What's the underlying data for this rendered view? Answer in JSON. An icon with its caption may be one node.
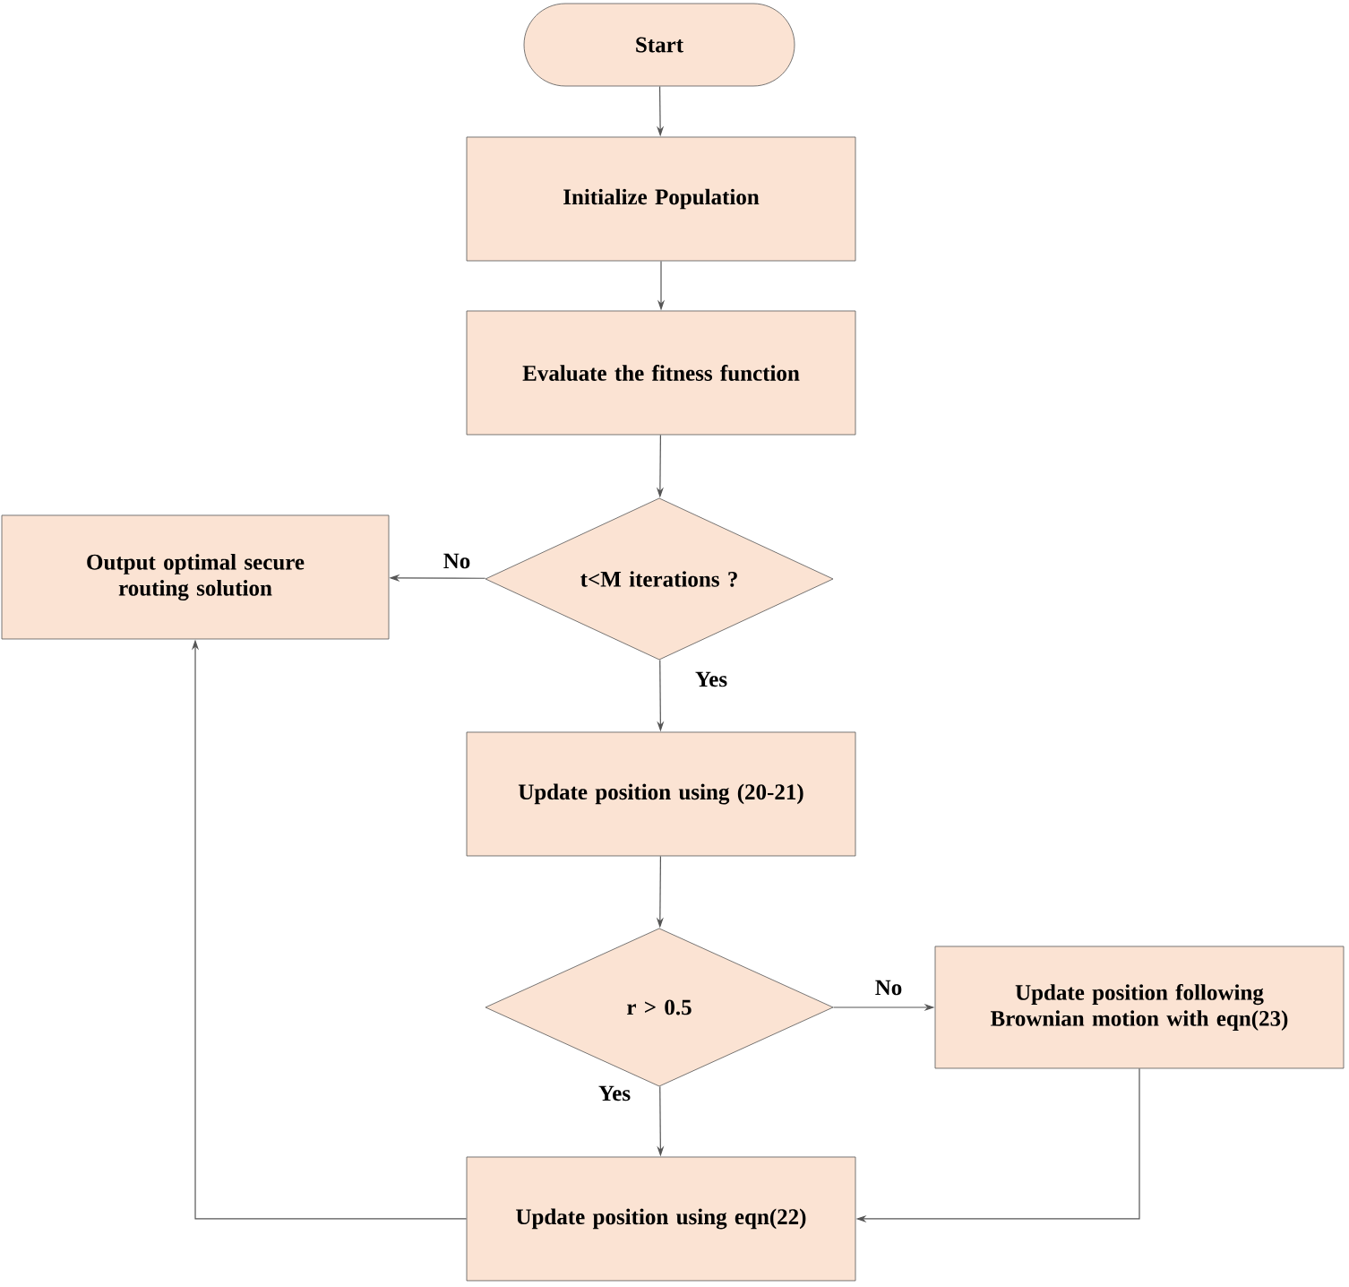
{
  "diagram": {
    "nodes": [
      {
        "text": [
          "Start"
        ]
      },
      {
        "text": [
          "Initialize Population"
        ]
      },
      {
        "text": [
          "Evaluate the fitness function"
        ]
      },
      {
        "text": [
          "t<M iterations ?"
        ]
      },
      {
        "text": [
          "Output optimal secure routing solution"
        ]
      },
      {
        "text": [
          "Update position using (20-21)"
        ]
      },
      {
        "text": [
          "r > 0.5"
        ]
      },
      {
        "text": [
          "Update position following Brownian motion with eqn(23)"
        ]
      },
      {
        "text": [
          "Update position using eqn(22)"
        ]
      }
    ],
    "edges": [
      {
        "from": 0,
        "to": 1,
        "arrow": "to"
      },
      {
        "from": 1,
        "to": 2,
        "arrow": "to"
      },
      {
        "from": 2,
        "to": 3,
        "arrow": "to"
      },
      {
        "from": 3,
        "to": 4,
        "arrow": "to",
        "label": "No"
      },
      {
        "from": 3,
        "to": 5,
        "arrow": "to",
        "label": "Yes"
      },
      {
        "from": 5,
        "to": 6,
        "arrow": "to"
      },
      {
        "from": 6,
        "to": 7,
        "arrow": "to",
        "label": "No"
      },
      {
        "from": 6,
        "to": 8,
        "arrow": "to",
        "label": "Yes"
      },
      {
        "from": 7,
        "to": 8,
        "arrow": "to"
      },
      {
        "from": 8,
        "to": 4,
        "arrow": "to"
      }
    ]
  }
}
